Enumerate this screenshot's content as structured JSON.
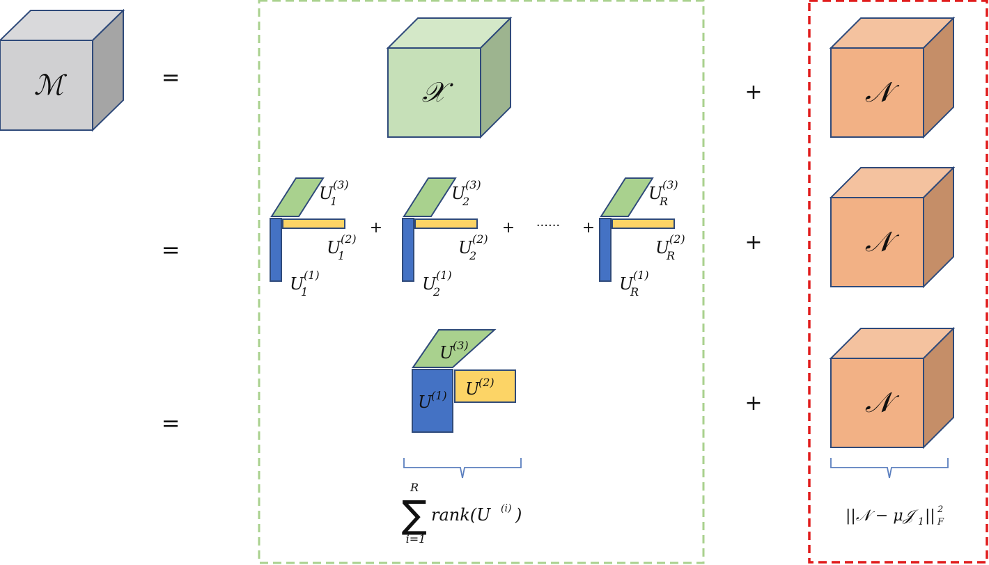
{
  "colors": {
    "gray_front": "#d0d0d2",
    "gray_top": "#d9d9db",
    "gray_side": "#a5a5a5",
    "green_front": "#c6e0b8",
    "green_top": "#d4e8c8",
    "green_side": "#9db48f",
    "orange_front": "#f2b185",
    "orange_top": "#f4c29f",
    "orange_side": "#c58e68",
    "blue": "#4472c4",
    "yellow": "#fcd466",
    "green_slab": "#a9d18e",
    "edge": "#2f4a7a",
    "green_dash": "#a9d18e",
    "red_dash": "#e01b1b"
  },
  "labels": {
    "M": "ℳ",
    "X": "𝒳",
    "N": "𝒩",
    "equals": "=",
    "plus": "+",
    "dots": "······",
    "U": "U",
    "sub1": "1",
    "sub2": "2",
    "subR": "R",
    "sup1": "(1)",
    "sup2": "(2)",
    "sup3": "(3)",
    "sum_upper": "R",
    "sum_lower": "i=1",
    "sum_sign": "∑",
    "rank_text": "rank(U",
    "rank_sup": "(i)",
    "rank_close": ")",
    "noise_formula": "||𝒩 − μ𝒥",
    "noise_sub1": "1",
    "noise_tail": "||",
    "noise_sup": "2",
    "noise_subF": "F"
  }
}
